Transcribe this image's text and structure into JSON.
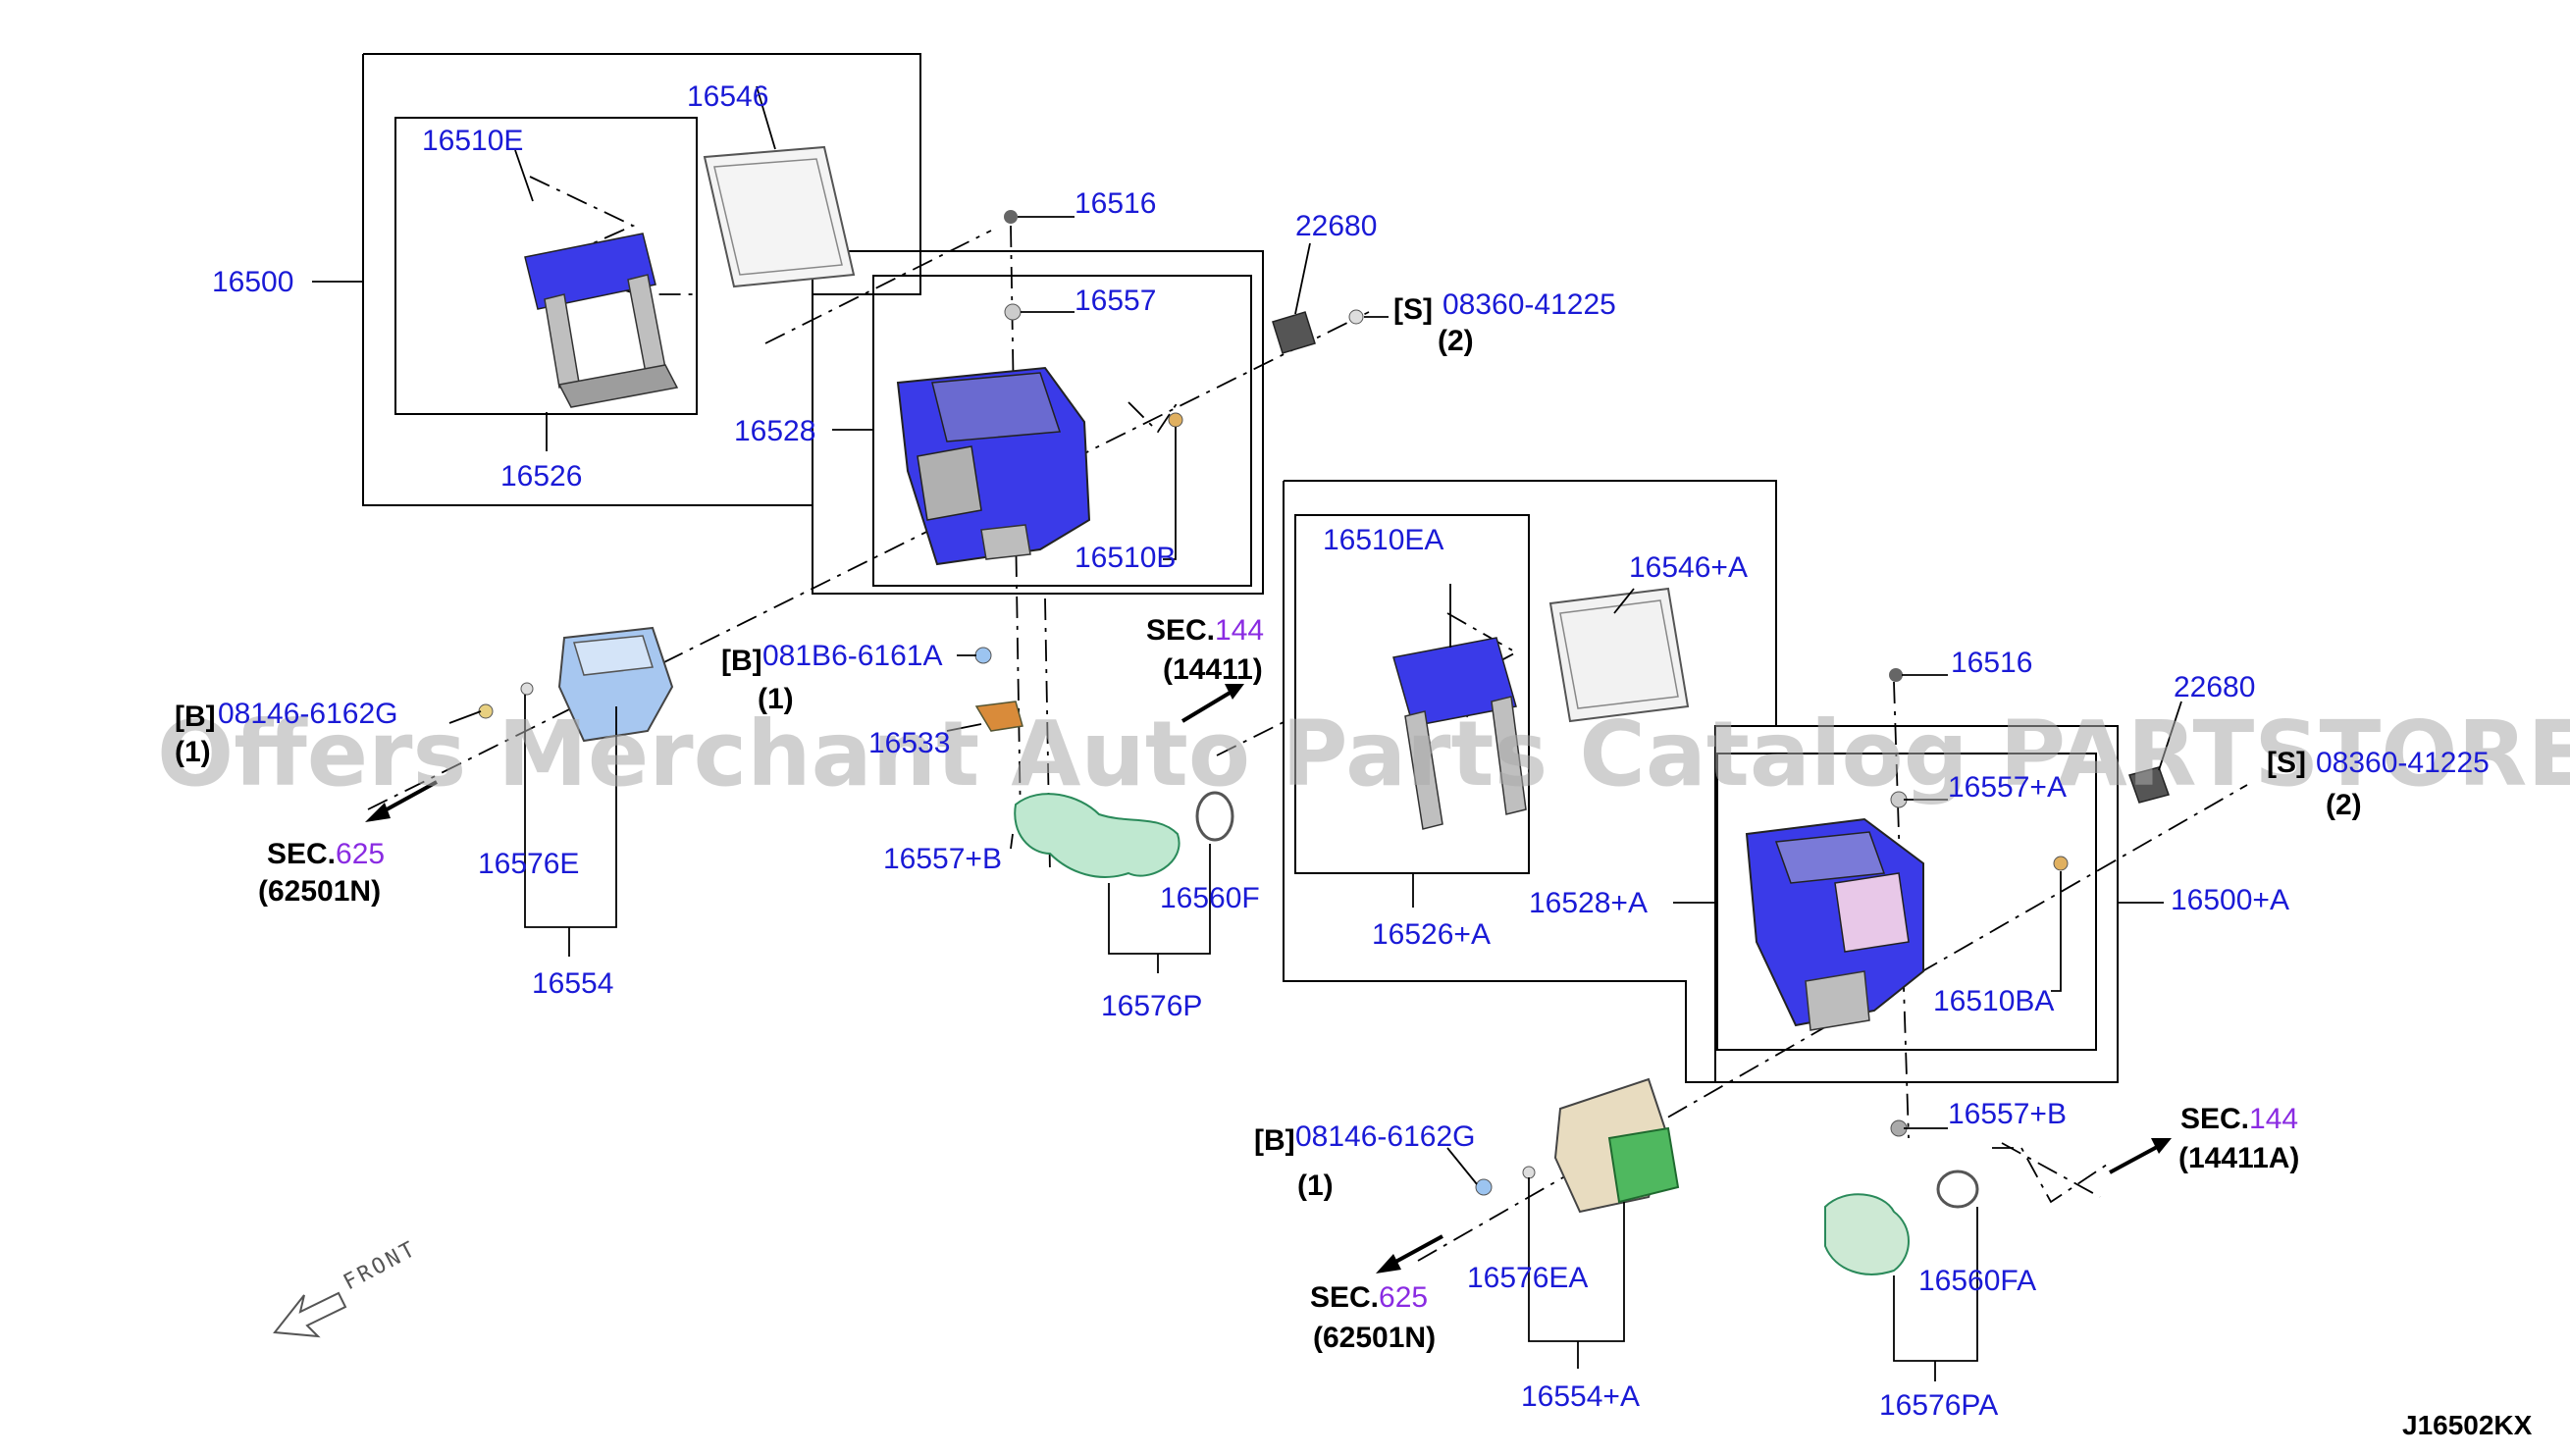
{
  "parts": {
    "p16546": "16546",
    "p16510E": "16510E",
    "p16500": "16500",
    "p16526": "16526",
    "p16516": "16516",
    "p16557": "16557",
    "p22680": "22680",
    "p08360": "08360-41225",
    "p16528": "16528",
    "p16510B": "16510B",
    "p081B6": "081B6-6161A",
    "p08146": "08146-6162G",
    "p16533": "16533",
    "p16557B": "16557+B",
    "p16576E": "16576E",
    "p16554": "16554",
    "p16560F": "16560F",
    "p16576P": "16576P",
    "p16510EA": "16510EA",
    "p16546A": "16546+A",
    "p16516b": "16516",
    "p22680b": "22680",
    "p16557A": "16557+A",
    "p08360b": "08360-41225",
    "p16526A": "16526+A",
    "p16528A": "16528+A",
    "p16500A": "16500+A",
    "p16510BA": "16510BA",
    "p16557B2": "16557+B",
    "p08146b": "08146-6162G",
    "p16576EA": "16576EA",
    "p16554A": "16554+A",
    "p16560FA": "16560FA",
    "p16576PA": "16576PA"
  },
  "markers": {
    "S": "[S]",
    "B": "[B]"
  },
  "quantities": {
    "q2": "(2)",
    "q1": "(1)"
  },
  "sections": {
    "sec_prefix": "SEC.",
    "s1_num": "625",
    "s1_ref": "(62501N)",
    "s2_num": "144",
    "s2_ref": "(14411)",
    "s3_num": "144",
    "s3_ref": "(14411A)",
    "s4_num": "625",
    "s4_ref": "(62501N)"
  },
  "front_label": "FRONT",
  "diagram_code": "J16502KX",
  "watermark": "Offers Merchant Auto Parts Catalog PARTSTORE.SA",
  "colors": {
    "part_label": "#1a1ad6",
    "section_number": "#8a2be2",
    "component_blue": "#3a3ae8",
    "component_green": "#7fcf9a",
    "component_orange": "#d98b3a"
  }
}
